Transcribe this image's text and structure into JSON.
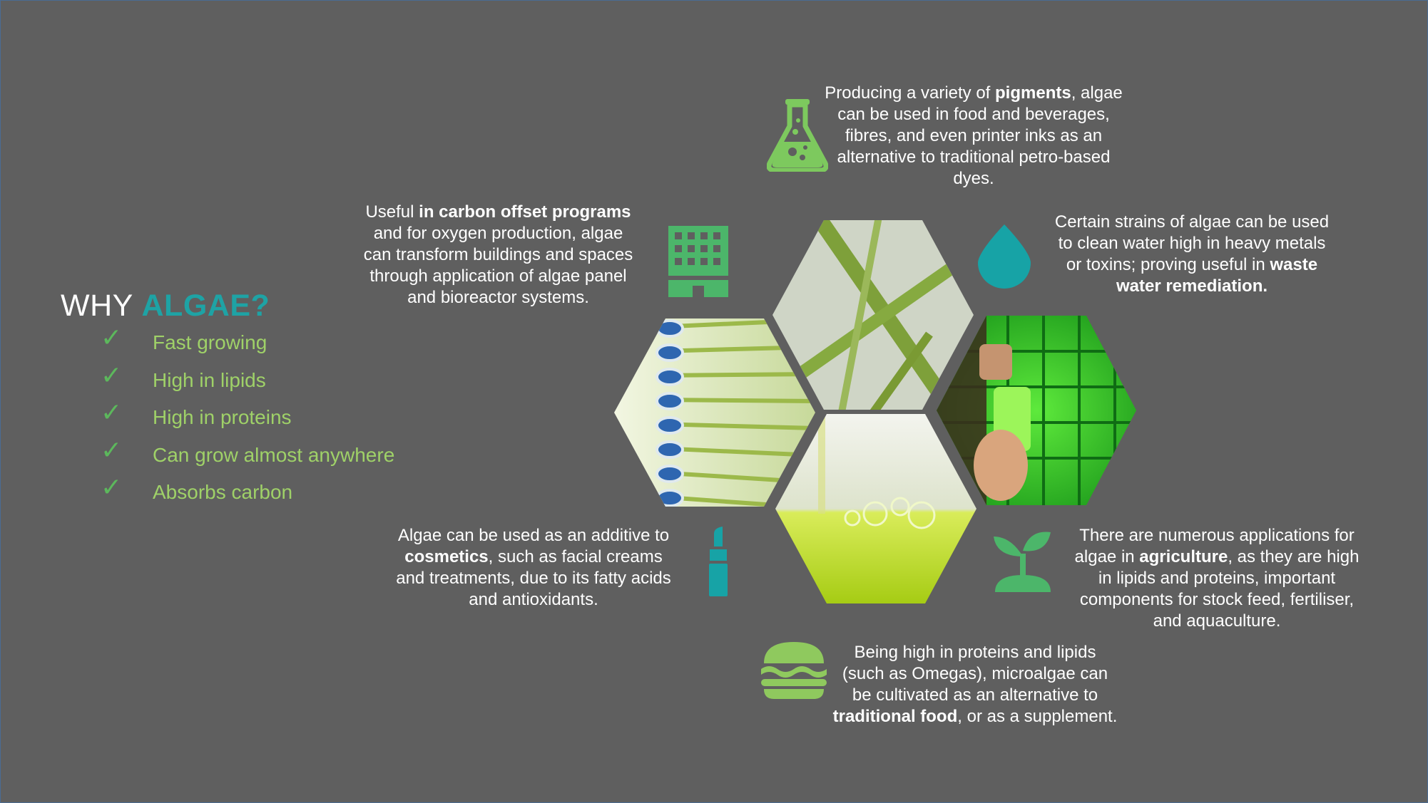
{
  "title": {
    "lead": "WHY",
    "accent": "ALGAE?"
  },
  "benefits": [
    "Fast growing",
    "High in lipids",
    "High in proteins",
    "Can grow almost anywhere",
    "Absorbs carbon"
  ],
  "blurbs": {
    "pigments": [
      "Producing a variety of ",
      "pigments",
      ", algae can be used in food and beverages, fibres, and even printer inks as an alternative to traditional petro-based dyes."
    ],
    "carbon": [
      "Useful ",
      "in carbon offset programs",
      " and for oxygen production, algae can transform buildings and spaces through application of algae panel and bioreactor systems."
    ],
    "water": [
      "Certain strains of algae can be used to clean water high in heavy metals or toxins; proving useful in ",
      "waste water remediation."
    ],
    "cosmetics": [
      "Algae can be used as an additive to ",
      "cosmetics",
      ", such as facial creams and treatments, due to its fatty acids and antioxidants."
    ],
    "agriculture": [
      "There are numerous applications for algae in ",
      "agriculture",
      ", as they are high in lipids and proteins, important components for stock feed, fertiliser, and aquaculture."
    ],
    "food": [
      "Being high in proteins and lipids (such as Omegas), microalgae can be cultivated as an alternative to ",
      "traditional food",
      ", or as a supplement."
    ]
  },
  "icons": [
    "flask-icon",
    "building-icon",
    "water-drop-icon",
    "lipstick-icon",
    "sprout-icon",
    "burger-icon",
    "check-icon"
  ],
  "colors": {
    "background": "#5f5f5f",
    "accent_teal": "#1ea3a5",
    "list_green": "#9fd168",
    "check_green": "#5cb85c",
    "icon_green": "#4cb66a",
    "text": "#ffffff"
  }
}
